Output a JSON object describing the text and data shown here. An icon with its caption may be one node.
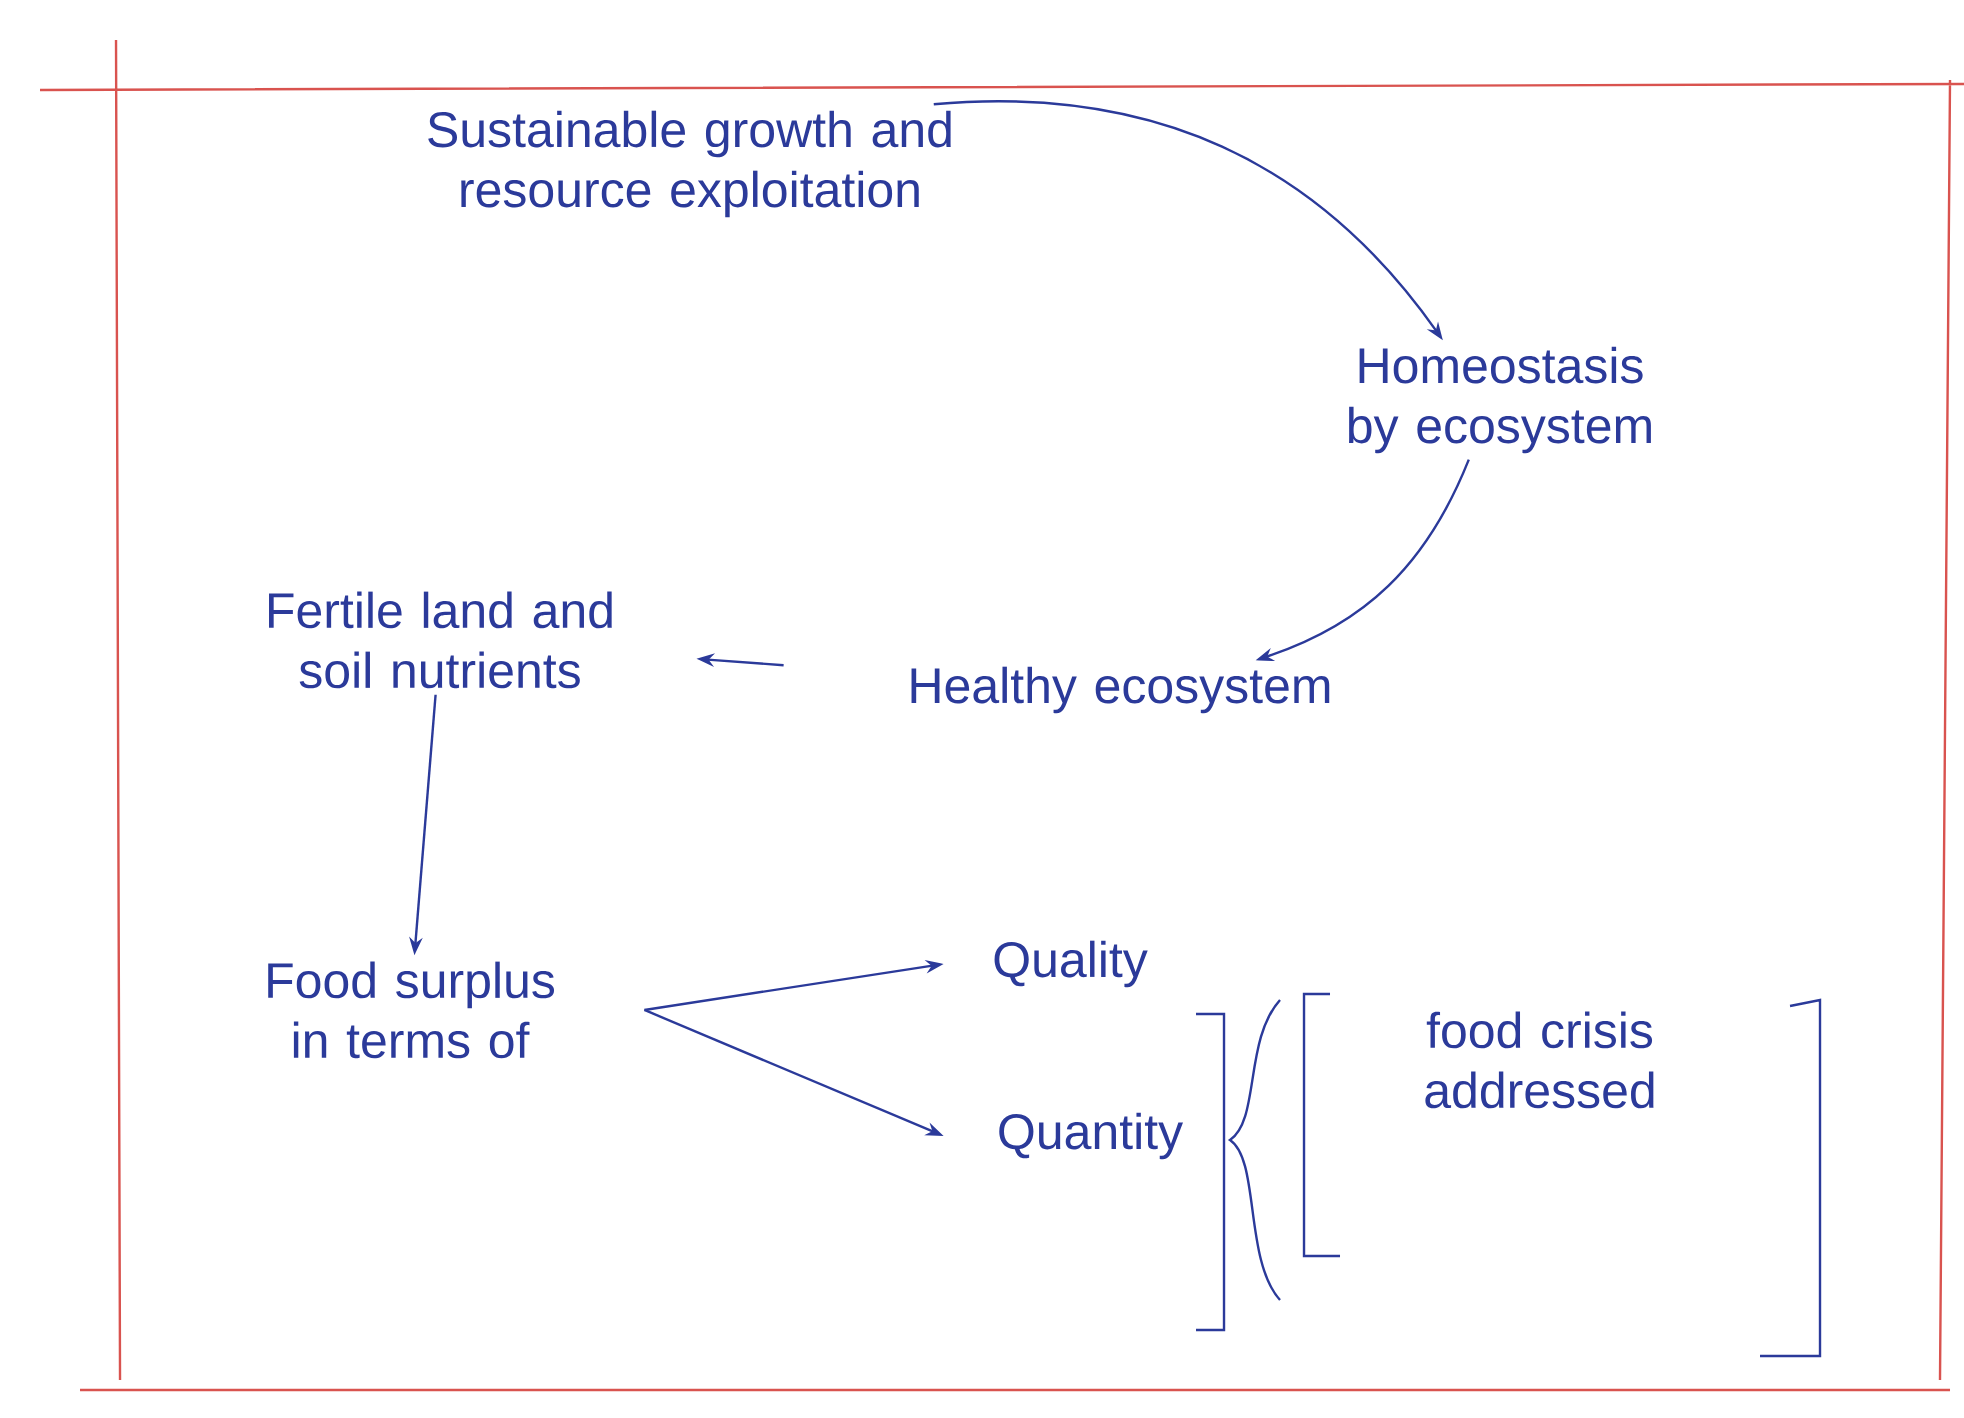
{
  "diagram": {
    "nodes": [
      {
        "text": [
          "Sustainable growth and resource exploitation"
        ]
      },
      {
        "text": [
          "Homeostasis by ecosystem"
        ]
      },
      {
        "text": [
          "Healthy ecosystem"
        ]
      },
      {
        "text": [
          "Fertile land and soil nutrients"
        ]
      },
      {
        "text": [
          "Food surplus in terms of"
        ]
      },
      {
        "text": [
          "Quality"
        ]
      },
      {
        "text": [
          "Quantity"
        ]
      },
      {
        "text": [
          "food crisis addressed"
        ]
      }
    ],
    "edges": [
      {
        "from": 0,
        "to": 1,
        "arrow": "to"
      },
      {
        "from": 1,
        "to": 2,
        "arrow": "to"
      },
      {
        "from": 2,
        "to": 3,
        "arrow": "to"
      },
      {
        "from": 3,
        "to": 4,
        "arrow": "to"
      },
      {
        "from": 4,
        "to": 5,
        "arrow": "to"
      },
      {
        "from": 4,
        "to": 6,
        "arrow": "to"
      }
    ]
  }
}
